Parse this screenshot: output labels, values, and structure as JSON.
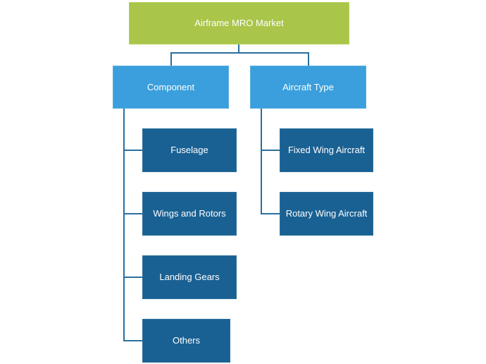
{
  "diagram": {
    "root": {
      "label": "Airframe MRO Market"
    },
    "branches": [
      {
        "label": "Component",
        "children": [
          "Fuselage",
          "Wings and Rotors",
          "Landing Gears",
          "Others"
        ]
      },
      {
        "label": "Aircraft Type",
        "children": [
          "Fixed Wing Aircraft",
          "Rotary Wing Aircraft"
        ]
      }
    ]
  },
  "colors": {
    "root_fill": "#a9c64a",
    "level1_fill": "#3a9fdc",
    "level2_fill": "#1a6193",
    "connector": "#2a6f9d"
  }
}
